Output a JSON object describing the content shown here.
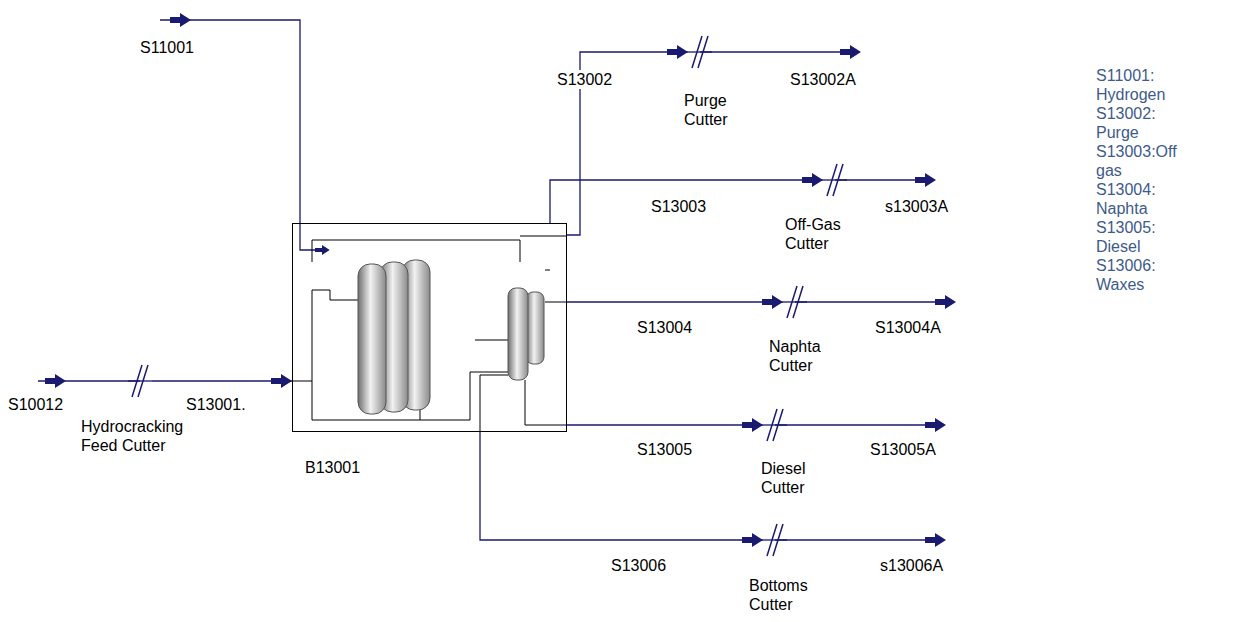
{
  "diagram": {
    "nodes": [
      {
        "text": [
          "B13001"
        ]
      },
      {
        "text": [
          "Hydrocracking Feed Cutter"
        ]
      },
      {
        "text": [
          "Purge Cutter"
        ]
      },
      {
        "text": [
          "Off-Gas Cutter"
        ]
      },
      {
        "text": [
          "Naphta Cutter"
        ]
      },
      {
        "text": [
          "Diesel Cutter"
        ]
      },
      {
        "text": [
          "Bottoms Cutter"
        ]
      }
    ],
    "edges": [
      {
        "from": 1,
        "to": 0,
        "arrow": "to",
        "label": "S13001."
      },
      {
        "from": 0,
        "to": 2,
        "arrow": "to",
        "label": "S13002"
      },
      {
        "from": 0,
        "to": 3,
        "arrow": "to",
        "label": "S13003"
      },
      {
        "from": 0,
        "to": 4,
        "arrow": "to",
        "label": "S13004"
      },
      {
        "from": 0,
        "to": 5,
        "arrow": "to",
        "label": "S13005"
      },
      {
        "from": 0,
        "to": 6,
        "arrow": "to",
        "label": "S13006"
      }
    ],
    "labels": [
      "S11001",
      "S10012",
      "S13002A",
      "s13003A",
      "S13004A",
      "S13005A",
      "s13006A",
      "S11001: Hydrogen",
      "S13002: Purge",
      "S13003:Off gas",
      "S13004: Naphta",
      "S13005: Diesel",
      "S13006: Waxes"
    ]
  }
}
